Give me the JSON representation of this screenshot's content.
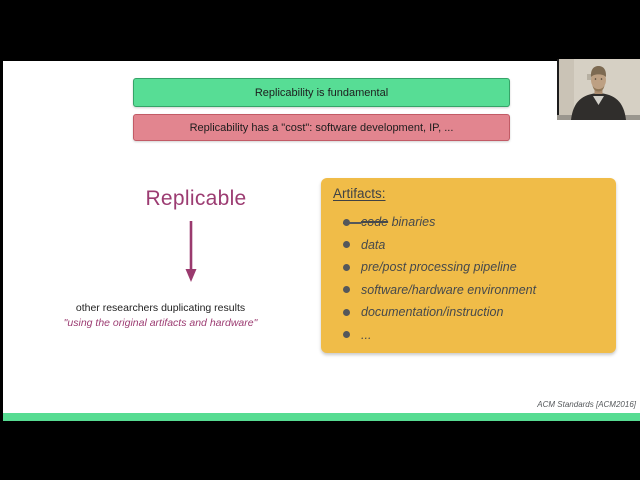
{
  "colors": {
    "banner_green_bg": "#57DD95",
    "banner_green_border": "#35A468",
    "banner_pink_bg": "#E2858F",
    "banner_pink_border": "#C25B66",
    "artifacts_bg": "#F0BC48",
    "accent_magenta": "#9C3C72",
    "footer_green_strip": "#57DC92",
    "letterbox": "#000000"
  },
  "slide": {
    "banners": [
      {
        "label": "Replicability is fundamental"
      },
      {
        "label": "Replicability has a \"cost\": software development, IP, ..."
      }
    ],
    "flow": {
      "title": "Replicable",
      "caption_line1": "other researchers duplicating results",
      "caption_line2": "\"using the original artifacts and hardware\""
    },
    "artifacts": {
      "heading": "Artifacts:",
      "items": [
        {
          "struck": "code",
          "rest": " binaries"
        },
        {
          "text": "data"
        },
        {
          "text": "pre/post processing pipeline"
        },
        {
          "text": "software/hardware environment"
        },
        {
          "text": "documentation/instruction"
        },
        {
          "text": "..."
        }
      ]
    },
    "citation": "ACM Standards [ACM2016]"
  }
}
